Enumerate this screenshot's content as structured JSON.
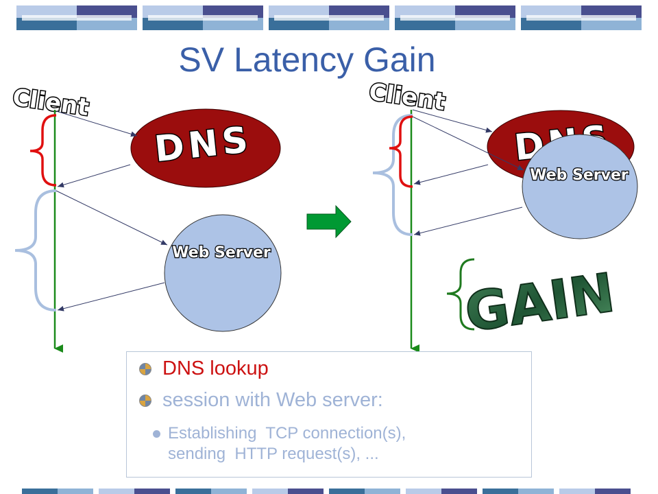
{
  "title": "SV Latency Gain",
  "left_diagram": {
    "client_label": "Client",
    "dns_label": "DNS",
    "web_server_label": "Web Server"
  },
  "right_diagram": {
    "client_label": "Client",
    "dns_label": "DNS",
    "web_server_label": "Web Server",
    "gain_label": "GAIN"
  },
  "legend": {
    "items": [
      {
        "text": "DNS lookup",
        "color": "#cc1111"
      },
      {
        "text": "session with Web server:",
        "color": "#9fb3d6"
      }
    ],
    "sub_item_line1": "Establishing  TCP connection(s),",
    "sub_item_line2": "sending  HTTP request(s), ..."
  },
  "colors": {
    "title": "#3a5fa8",
    "dns_fill": "#9b0d0d",
    "web_fill": "#adc3e6",
    "timeline": "#1a8a1a",
    "dns_brace": "#e01010",
    "web_brace": "#a9bfdf",
    "gain_brace": "#1f7a1f",
    "gain_text": "#2e6b3e",
    "arrow": "#009933"
  }
}
